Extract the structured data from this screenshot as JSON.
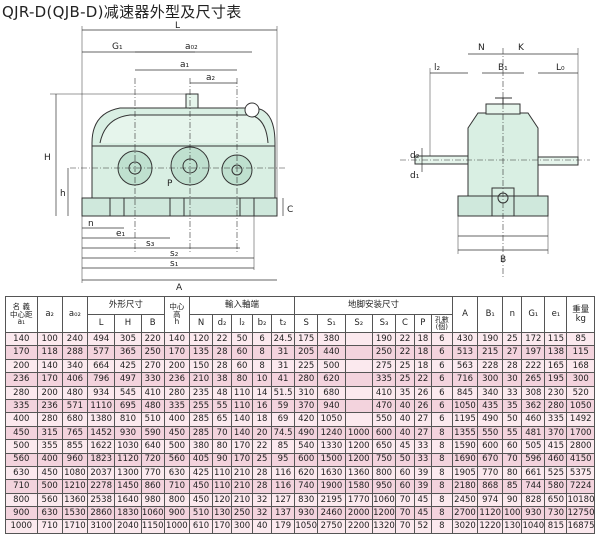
{
  "title": "QJR-D(QJB-D)减速器外型及尺寸表",
  "front_view": {
    "labels": {
      "L": "L",
      "G1": "G₁",
      "a2": "a₂",
      "a1": "a₁",
      "a02": "a₀₂",
      "H": "H",
      "h": "h",
      "P": "P",
      "C": "C",
      "n": "n",
      "e1": "e₁",
      "s3": "s₃",
      "s2": "s₂",
      "s1": "s₁",
      "A": "A"
    }
  },
  "side_view": {
    "labels": {
      "N": "N",
      "K": "K",
      "l2": "l₂",
      "B1": "B₁",
      "L0": "L₀",
      "d1": "d₁",
      "d2": "d₂",
      "B": "B"
    }
  },
  "table": {
    "headers": {
      "code": "名 義\n中心距\na₁",
      "a2": "a₂",
      "a02": "a₀₂",
      "outer": "外形尺寸",
      "L": "L",
      "H": "H",
      "B": "B",
      "center": "中心\n高\nh",
      "input": "輸入軸端",
      "N": "N",
      "d2": "d₂",
      "l2": "l₂",
      "b2": "b₂",
      "t2": "t₂",
      "anchor": "地脚安装尺寸",
      "S": "S",
      "S1": "S₁",
      "S2": "S₂",
      "S3": "S₃",
      "C": "C",
      "P": "P",
      "holes": "孔數\n(個)",
      "A": "A",
      "B1": "B₁",
      "n": "n",
      "G1": "G₁",
      "e1": "e₁",
      "weight": "重量\nkg"
    },
    "rows": [
      [
        "140",
        "100",
        "240",
        "494",
        "305",
        "220",
        "140",
        "120",
        "22",
        "50",
        "6",
        "24.5",
        "175",
        "380",
        "",
        "190",
        "22",
        "18",
        "6",
        "430",
        "190",
        "25",
        "172",
        "115",
        "85"
      ],
      [
        "170",
        "118",
        "288",
        "577",
        "365",
        "250",
        "170",
        "135",
        "28",
        "60",
        "8",
        "31",
        "205",
        "440",
        "",
        "250",
        "22",
        "18",
        "6",
        "513",
        "215",
        "27",
        "197",
        "138",
        "115"
      ],
      [
        "200",
        "140",
        "340",
        "664",
        "425",
        "270",
        "200",
        "150",
        "28",
        "60",
        "8",
        "31",
        "225",
        "500",
        "",
        "275",
        "25",
        "18",
        "6",
        "563",
        "228",
        "28",
        "222",
        "165",
        "168"
      ],
      [
        "236",
        "170",
        "406",
        "796",
        "497",
        "330",
        "236",
        "210",
        "38",
        "80",
        "10",
        "41",
        "280",
        "620",
        "",
        "335",
        "25",
        "22",
        "6",
        "716",
        "300",
        "30",
        "265",
        "195",
        "300"
      ],
      [
        "280",
        "200",
        "480",
        "934",
        "545",
        "410",
        "280",
        "235",
        "48",
        "110",
        "14",
        "51.5",
        "310",
        "680",
        "",
        "410",
        "35",
        "26",
        "6",
        "845",
        "340",
        "33",
        "308",
        "230",
        "520"
      ],
      [
        "335",
        "236",
        "571",
        "1110",
        "695",
        "480",
        "335",
        "255",
        "55",
        "110",
        "16",
        "59",
        "370",
        "940",
        "",
        "470",
        "40",
        "26",
        "6",
        "1050",
        "435",
        "35",
        "362",
        "280",
        "1050"
      ],
      [
        "400",
        "280",
        "680",
        "1380",
        "810",
        "510",
        "400",
        "285",
        "65",
        "140",
        "18",
        "69",
        "420",
        "1050",
        "",
        "550",
        "40",
        "27",
        "6",
        "1195",
        "490",
        "50",
        "460",
        "335",
        "1492"
      ],
      [
        "450",
        "315",
        "765",
        "1452",
        "930",
        "590",
        "450",
        "285",
        "70",
        "140",
        "20",
        "74.5",
        "490",
        "1240",
        "1000",
        "600",
        "40",
        "27",
        "8",
        "1355",
        "550",
        "55",
        "481",
        "370",
        "1700"
      ],
      [
        "500",
        "355",
        "855",
        "1622",
        "1030",
        "640",
        "500",
        "380",
        "80",
        "170",
        "22",
        "85",
        "540",
        "1330",
        "1200",
        "650",
        "45",
        "33",
        "8",
        "1590",
        "600",
        "60",
        "505",
        "415",
        "2800"
      ],
      [
        "560",
        "400",
        "960",
        "1823",
        "1120",
        "720",
        "560",
        "405",
        "90",
        "170",
        "25",
        "95",
        "600",
        "1500",
        "1200",
        "750",
        "50",
        "33",
        "8",
        "1690",
        "670",
        "70",
        "596",
        "460",
        "4150"
      ],
      [
        "630",
        "450",
        "1080",
        "2037",
        "1300",
        "770",
        "630",
        "425",
        "110",
        "210",
        "28",
        "116",
        "620",
        "1630",
        "1360",
        "800",
        "60",
        "39",
        "8",
        "1905",
        "770",
        "80",
        "661",
        "525",
        "5375"
      ],
      [
        "710",
        "500",
        "1210",
        "2278",
        "1450",
        "860",
        "710",
        "450",
        "110",
        "210",
        "28",
        "116",
        "740",
        "1900",
        "1580",
        "950",
        "60",
        "39",
        "8",
        "2180",
        "868",
        "85",
        "744",
        "580",
        "7224"
      ],
      [
        "800",
        "560",
        "1360",
        "2538",
        "1640",
        "980",
        "800",
        "450",
        "120",
        "210",
        "32",
        "127",
        "830",
        "2195",
        "1770",
        "1060",
        "70",
        "45",
        "8",
        "2450",
        "974",
        "90",
        "828",
        "650",
        "10180"
      ],
      [
        "900",
        "630",
        "1530",
        "2860",
        "1830",
        "1060",
        "900",
        "510",
        "130",
        "250",
        "32",
        "137",
        "930",
        "2460",
        "2000",
        "1200",
        "70",
        "45",
        "8",
        "2700",
        "1120",
        "100",
        "930",
        "730",
        "12750"
      ],
      [
        "1000",
        "710",
        "1710",
        "3100",
        "2040",
        "1150",
        "1000",
        "610",
        "170",
        "300",
        "40",
        "179",
        "1050",
        "2750",
        "2200",
        "1320",
        "70",
        "52",
        "8",
        "3020",
        "1220",
        "130",
        "1040",
        "815",
        "16875"
      ]
    ]
  }
}
